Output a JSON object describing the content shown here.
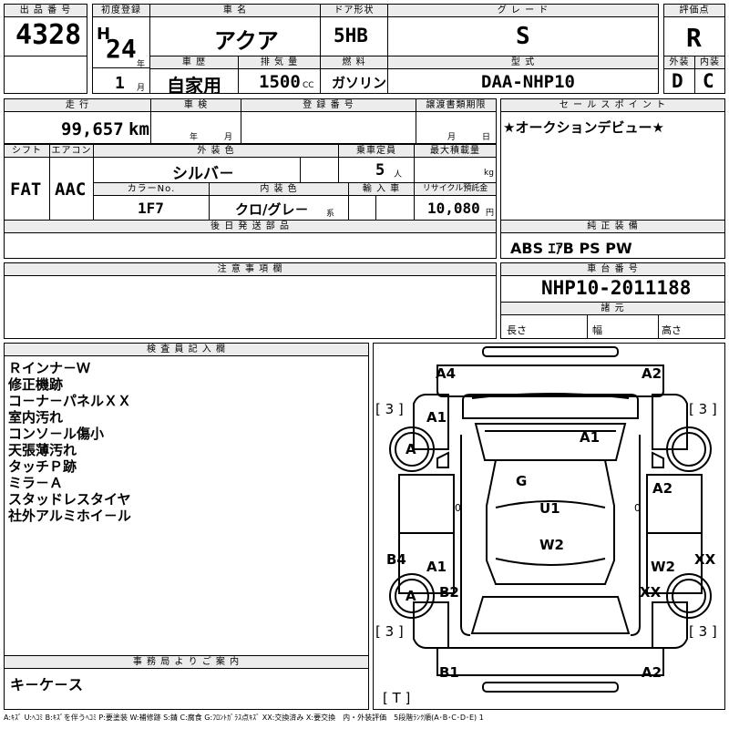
{
  "header": {
    "lot_label": "出 品 番 号",
    "lot_number": "4328",
    "first_reg_label": "初度登録",
    "era": "H",
    "year": "24",
    "year_unit": "年",
    "month": "1",
    "month_unit": "月",
    "car_name_label": "車 名",
    "car_name": "アクア",
    "history_label": "車 歴",
    "history": "自家用",
    "displacement_label": "排 気 量",
    "displacement": "1500",
    "displacement_unit": "CC",
    "door_label": "ドア形状",
    "door": "5HB",
    "fuel_label": "燃 料",
    "fuel": "ガソリン",
    "grade_label": "グ レ ー ド",
    "grade": "S",
    "model_label": "型 式",
    "model": "DAA-NHP10",
    "score_label": "評価点",
    "score": "R",
    "ext_label": "外装",
    "ext_grade": "D",
    "int_label": "内装",
    "int_grade": "C"
  },
  "row2": {
    "mileage_label": "走 行",
    "mileage": "99,657",
    "mileage_unit": "km",
    "inspection_label": "車 検",
    "inspection_year_unit": "年",
    "inspection_month_unit": "月",
    "reg_no_label": "登 録 番 号",
    "transfer_label": "譲渡書類期限",
    "transfer_month_unit": "月",
    "transfer_day_unit": "日",
    "sales_label": "セ ー ル ス ポ イ ン ト",
    "sales_point": "★オークションデビュー★"
  },
  "row3": {
    "shift_label": "シフト",
    "shift": "FAT",
    "ac_label": "エアコン",
    "ac": "AAC",
    "exterior_color_label": "外 装 色",
    "exterior_color": "シルバ－",
    "capacity_label": "乗車定員",
    "capacity": "5",
    "capacity_unit": "人",
    "load_label": "最大積載量",
    "load_unit": "kg",
    "color_no_label": "カラーNo.",
    "color_no": "1F7",
    "interior_color_label": "内 装 色",
    "interior_color": "クロ/グレ－",
    "interior_color_suffix": "系",
    "import_label": "輸 入 車",
    "recycle_label": "リサイクル預託金",
    "recycle": "10,080",
    "recycle_unit": "円",
    "later_parts_label": "後 日 発 送 部 品",
    "equipment_label": "純 正 装 備",
    "equipment": "ABS ｴｱB PS PW"
  },
  "notes": {
    "caution_label": "注 意 事 項 欄",
    "chassis_label": "車 台 番 号",
    "chassis": "NHP10-2011188",
    "spec_label": "諸 元",
    "length_label": "長さ",
    "width_label": "幅",
    "height_label": "高さ"
  },
  "inspector": {
    "label": "検 査 員 記 入 欄",
    "lines": [
      "Ｒインナ－Ｗ",
      "修正機跡",
      "コ－ナ－パネルＸＸ",
      "室内汚れ",
      "コンソ－ル傷小",
      "天張薄汚れ",
      "タッチＰ跡",
      "ミラ－Ａ",
      "スタッドレスタイヤ",
      "社外アルミホイ－ル"
    ]
  },
  "office": {
    "label": "事 務 局 よ り ご 案 内",
    "note": "キ－ケ－ス"
  },
  "diagram": {
    "marks": {
      "a4_top": "A4",
      "a2_top": "A2",
      "tire_fl": "[ 3 ]",
      "tire_fr": "[ 3 ]",
      "a1_left_front": "A1",
      "a1_hood": "A1",
      "a_wheel_front": "A",
      "g_windshield": "G",
      "a2_right_front": "A2",
      "u1_roof": "U1",
      "zero_left": "0",
      "zero_right": "0",
      "b4_left": "B4",
      "a1_left_rear": "A1",
      "w2_roof": "W2",
      "w2_right": "W2",
      "xx_right": "XX",
      "a_wheel_rear": "A",
      "b2_left": "B2",
      "xx_right_rear": "XX",
      "tire_rl": "[ 3 ]",
      "tire_rr": "[ 3 ]",
      "b1_rear": "B1",
      "a2_rear": "A2",
      "trunk": "[ T ]"
    }
  },
  "legend": "A:ｷｽﾞ U:ﾍｺﾐ B:ｷｽﾞを伴うﾍｺﾐ P:要塗装 W:補修跡 S:錆 C:腐食 G:ﾌﾛﾝﾄｶﾞﾗｽ点ｷｽﾞ XX:交換済み X:要交換　内・外装評価　5段階ﾗﾝｸ順(A･B･C･D･E) 1"
}
